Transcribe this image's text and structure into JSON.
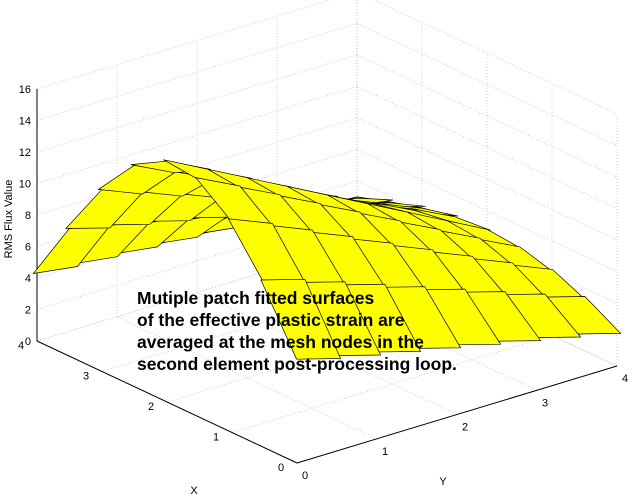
{
  "chart_data": {
    "type": "surface3d",
    "title": "",
    "xlabel": "X",
    "ylabel": "Y",
    "zlabel": "RMS Flux Value",
    "xlim": [
      0,
      4
    ],
    "ylim": [
      0,
      4
    ],
    "zlim": [
      0,
      16
    ],
    "xticks": [
      "0",
      "1",
      "2",
      "3",
      "4"
    ],
    "yticks": [
      "0",
      "1",
      "2",
      "3",
      "4"
    ],
    "zticks": [
      "0",
      "2",
      "4",
      "6",
      "8",
      "10",
      "12",
      "14",
      "16"
    ],
    "grid": true,
    "patch_color": "#ffff00",
    "mesh_color": "#000000",
    "grid_color": "#b0b0b0",
    "annotation": [
      "Mutiple patch fitted surfaces",
      "of the effective plastic strain are",
      "averaged at the mesh nodes in the",
      "second element post-processing loop."
    ]
  }
}
